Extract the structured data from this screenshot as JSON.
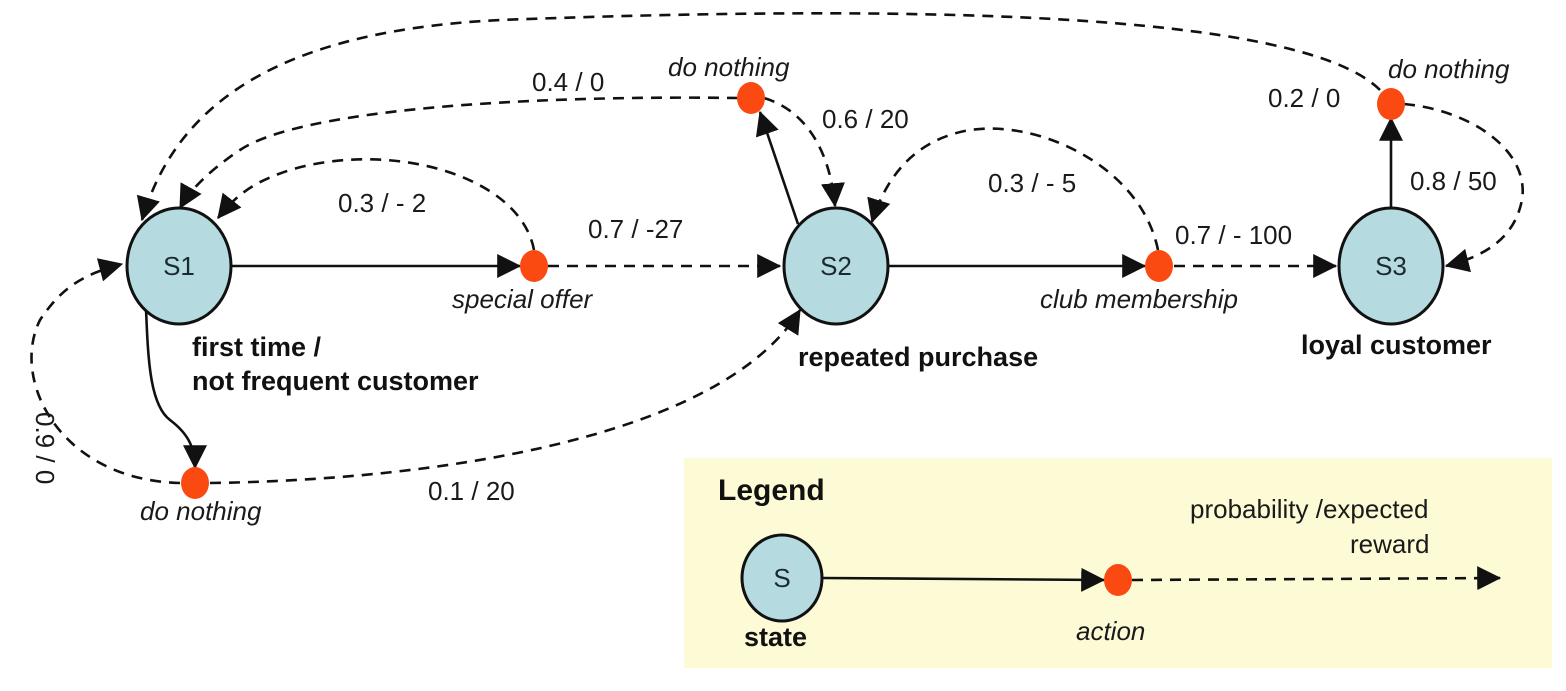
{
  "states": [
    {
      "id": "S1",
      "label": "S1",
      "caption_lines": [
        "first time /",
        "not frequent customer"
      ]
    },
    {
      "id": "S2",
      "label": "S2",
      "caption_lines": [
        "repeated purchase"
      ]
    },
    {
      "id": "S3",
      "label": "S3",
      "caption_lines": [
        "loyal customer"
      ]
    }
  ],
  "actions": [
    {
      "id": "a1",
      "from": "S1",
      "label": "special offer"
    },
    {
      "id": "a2",
      "from": "S1",
      "label": "do nothing"
    },
    {
      "id": "a3",
      "from": "S2",
      "label": "do nothing"
    },
    {
      "id": "a4",
      "from": "S2",
      "label": "club membership"
    },
    {
      "id": "a5",
      "from": "S3",
      "label": "do nothing"
    }
  ],
  "transitions": [
    {
      "action": "a1",
      "to": "S1",
      "label": "0.3 / - 2"
    },
    {
      "action": "a1",
      "to": "S2",
      "label": "0.7 / -27"
    },
    {
      "action": "a2",
      "to": "S1",
      "label": "0.9 / 0"
    },
    {
      "action": "a2",
      "to": "S2",
      "label": "0.1 / 20"
    },
    {
      "action": "a3",
      "to": "S1",
      "label": "0.4 / 0"
    },
    {
      "action": "a3",
      "to": "S2",
      "label": "0.6 / 20"
    },
    {
      "action": "a4",
      "to": "S2",
      "label": "0.3 / - 5"
    },
    {
      "action": "a4",
      "to": "S3",
      "label": "0.7 / - 100"
    },
    {
      "action": "a5",
      "to": "S1",
      "label": "0.2 / 0"
    },
    {
      "action": "a5",
      "to": "S3",
      "label": "0.8 / 50"
    }
  ],
  "legend": {
    "title": "Legend",
    "state_symbol": "S",
    "state_label": "state",
    "action_label": "action",
    "transition_label_lines": [
      "probability /expected",
      "reward"
    ]
  },
  "colors": {
    "state_fill": "#b5dbe0",
    "action_fill": "#fa4a12",
    "legend_bg": "#fdfbd6"
  }
}
